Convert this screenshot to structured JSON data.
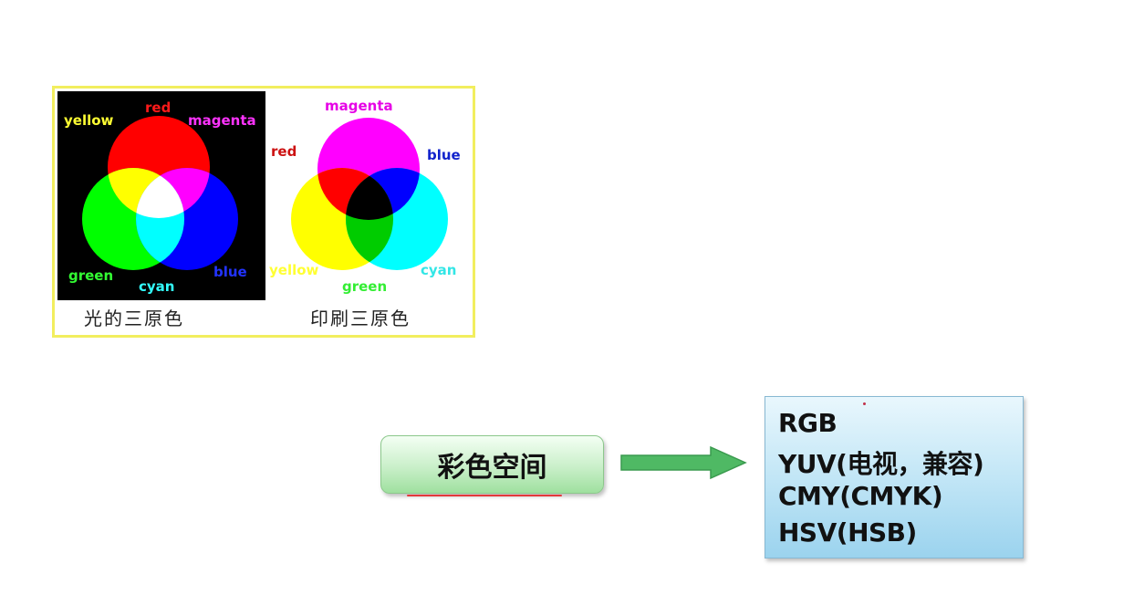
{
  "light_diagram": {
    "labels": {
      "yellow": "yellow",
      "red": "red",
      "magenta": "magenta",
      "green": "green",
      "cyan": "cyan",
      "blue": "blue"
    },
    "caption": "光的三原色"
  },
  "print_diagram": {
    "labels": {
      "magenta": "magenta",
      "red": "red",
      "blue": "blue",
      "yellow": "yellow",
      "green": "green",
      "cyan": "cyan"
    },
    "caption": "印刷三原色"
  },
  "color_space": {
    "label": "彩色空间"
  },
  "models": {
    "items": [
      "RGB",
      "YUV(电视，兼容)",
      "CMY(CMYK)",
      "HSV(HSB)"
    ]
  },
  "colors": {
    "red": "#ff0000",
    "green": "#00ff00",
    "blue": "#0000ff",
    "cyan": "#00ffff",
    "magenta": "#ff00ff",
    "yellow": "#ffff00",
    "panel_border": "#f2ee5e",
    "arrow": "#4fb964"
  }
}
